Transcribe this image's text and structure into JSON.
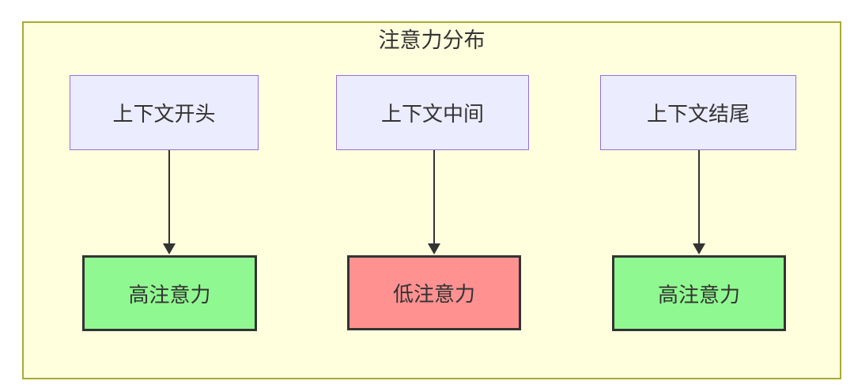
{
  "diagram": {
    "title": "注意力分布",
    "nodes": {
      "sources": [
        {
          "label": "上下文开头"
        },
        {
          "label": "上下文中间"
        },
        {
          "label": "上下文结尾"
        }
      ],
      "targets": [
        {
          "label": "高注意力",
          "level": "high"
        },
        {
          "label": "低注意力",
          "level": "low"
        },
        {
          "label": "高注意力",
          "level": "high"
        }
      ]
    },
    "edges": [
      {
        "from": "上下文开头",
        "to": "高注意力"
      },
      {
        "from": "上下文中间",
        "to": "低注意力"
      },
      {
        "from": "上下文结尾",
        "to": "高注意力"
      }
    ],
    "colors": {
      "container_bg": "#FFFFDE",
      "container_border": "#AAAA33",
      "source_bg": "#ECECFF",
      "source_border": "#9370DB",
      "high_bg": "#90F890",
      "low_bg": "#FF9191",
      "target_border": "#333333",
      "arrow": "#333333",
      "text": "#333333"
    }
  }
}
